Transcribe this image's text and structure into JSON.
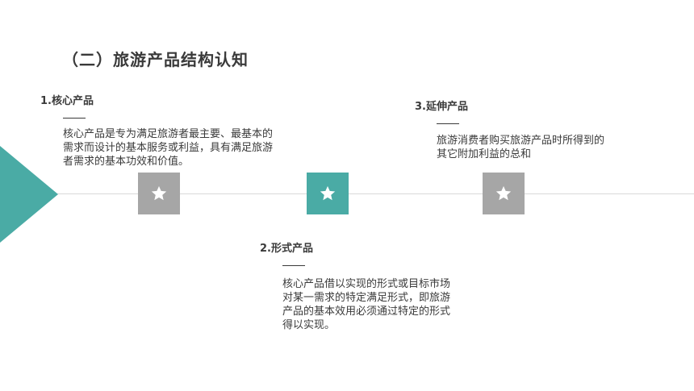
{
  "title": "（二）旅游产品结构认知",
  "items": [
    {
      "heading": "1.核心产品",
      "description": "核心产品是专为满足旅游者最主要、最基本的需求而设计的基本服务或利益，具有满足旅游者需求的基本功效和价值。"
    },
    {
      "heading": "2.形式产品",
      "description": "核心产品借以实现的形式或目标市场对某一需求的特定满足形式，即旅游产品的基本效用必须通过特定的形式得以实现。"
    },
    {
      "heading": "3.延伸产品",
      "description": "旅游消费者购买旅游产品时所得到的其它附加利益的总和"
    }
  ],
  "colors": {
    "accent": "#4aaba5",
    "marker_gray": "#a6a6a6",
    "text": "#3a3a3a",
    "line": "#d9d9d9"
  },
  "icons": {
    "timeline_arrow": "triangle-arrow-icon",
    "marker": "star-icon"
  }
}
